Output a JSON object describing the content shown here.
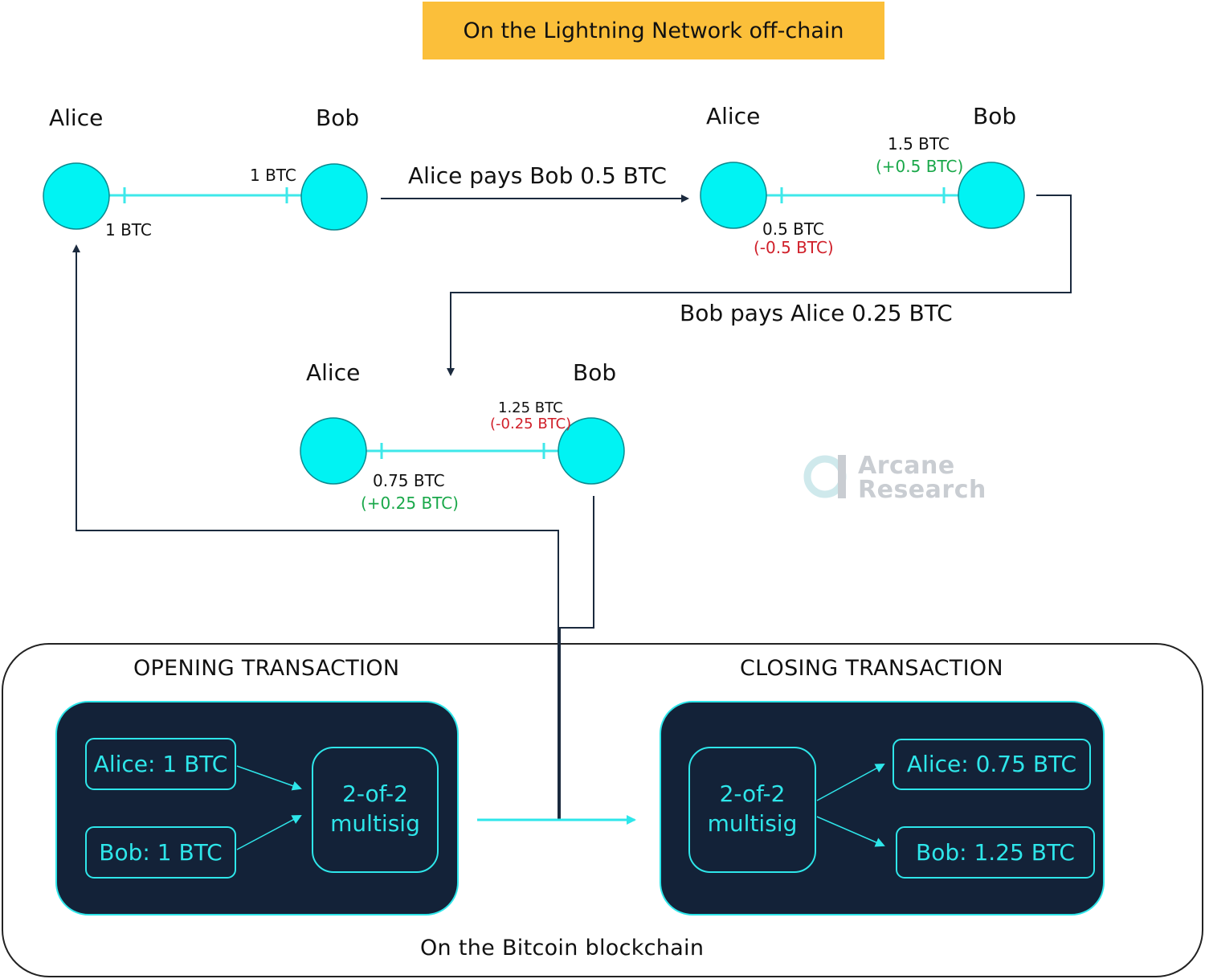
{
  "banner": "On the Lightning Network off-chain",
  "state1": {
    "alice": "Alice",
    "bob": "Bob",
    "alice_balance": "1 BTC",
    "bob_balance": "1 BTC"
  },
  "action1": "Alice pays Bob 0.5 BTC",
  "state2": {
    "alice": "Alice",
    "bob": "Bob",
    "alice_balance": "0.5 BTC",
    "alice_change": "(-0.5 BTC)",
    "bob_balance": "1.5 BTC",
    "bob_change": "(+0.5 BTC)"
  },
  "action2": "Bob pays Alice 0.25 BTC",
  "state3": {
    "alice": "Alice",
    "bob": "Bob",
    "alice_balance": "0.75 BTC",
    "alice_change": "(+0.25 BTC)",
    "bob_balance": "1.25 BTC",
    "bob_change": "(-0.25 BTC)"
  },
  "watermark": {
    "line1": "Arcane",
    "line2": "Research"
  },
  "opening": {
    "title": "OPENING TRANSACTION",
    "input1": "Alice: 1 BTC",
    "input2": "Bob: 1 BTC",
    "multisig_line1": "2-of-2",
    "multisig_line2": "multisig"
  },
  "closing": {
    "title": "CLOSING TRANSACTION",
    "multisig_line1": "2-of-2",
    "multisig_line2": "multisig",
    "output1": "Alice:  0.75 BTC",
    "output2": "Bob:  1.25 BTC"
  },
  "footer": "On the Bitcoin blockchain",
  "colors": {
    "banner": "#fbbf3a",
    "node": "#00f3f3",
    "channel": "#3ee8ea",
    "panel": "#132238",
    "panel_text": "#2ee6ea",
    "flow_line": "#1b2a3e",
    "positive": "#1aa84a",
    "negative": "#d0202a"
  }
}
